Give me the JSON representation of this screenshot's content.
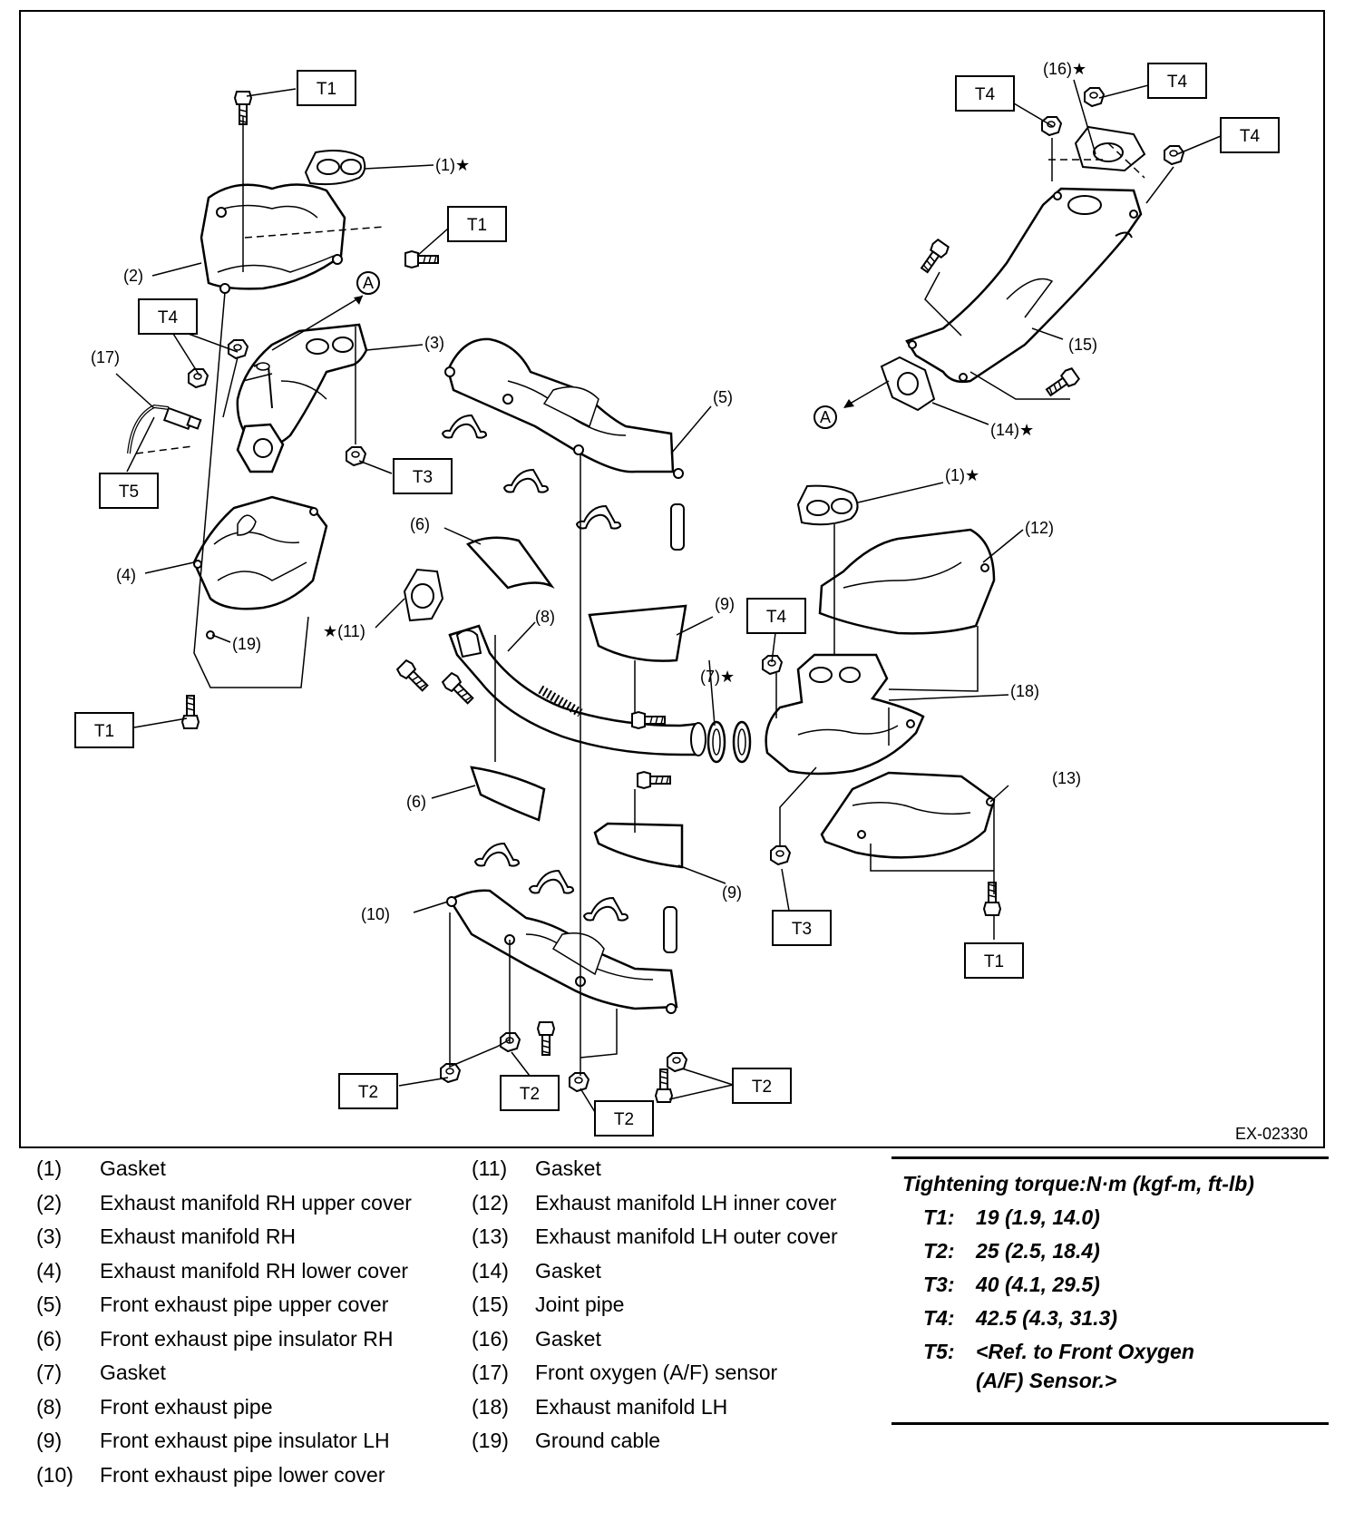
{
  "figure_id": "EX-02330",
  "torque_tags": {
    "t1": "T1",
    "t2": "T2",
    "t3": "T3",
    "t4": "T4",
    "t5": "T5"
  },
  "callouts": {
    "c1": "(1)",
    "c2": "(2)",
    "c3": "(3)",
    "c4": "(4)",
    "c5": "(5)",
    "c6": "(6)",
    "c7": "(7)",
    "c8": "(8)",
    "c9": "(9)",
    "c10": "(10)",
    "c11": "(11)",
    "c12": "(12)",
    "c13": "(13)",
    "c14": "(14)",
    "c15": "(15)",
    "c16": "(16)",
    "c17": "(17)",
    "c18": "(18)",
    "c19": "(19)",
    "ref_a": "A",
    "star": "★"
  },
  "legend": {
    "left": [
      {
        "num": "(1)",
        "name": "Gasket"
      },
      {
        "num": "(2)",
        "name": "Exhaust manifold RH upper cover"
      },
      {
        "num": "(3)",
        "name": "Exhaust manifold RH"
      },
      {
        "num": "(4)",
        "name": "Exhaust manifold RH lower cover"
      },
      {
        "num": "(5)",
        "name": "Front exhaust pipe upper cover"
      },
      {
        "num": "(6)",
        "name": "Front exhaust pipe insulator RH"
      },
      {
        "num": "(7)",
        "name": "Gasket"
      },
      {
        "num": "(8)",
        "name": "Front exhaust pipe"
      },
      {
        "num": "(9)",
        "name": "Front exhaust pipe insulator LH"
      },
      {
        "num": "(10)",
        "name": "Front exhaust pipe lower cover"
      }
    ],
    "right": [
      {
        "num": "(11)",
        "name": "Gasket"
      },
      {
        "num": "(12)",
        "name": "Exhaust manifold LH inner cover"
      },
      {
        "num": "(13)",
        "name": "Exhaust manifold LH outer cover"
      },
      {
        "num": "(14)",
        "name": "Gasket"
      },
      {
        "num": "(15)",
        "name": "Joint pipe"
      },
      {
        "num": "(16)",
        "name": "Gasket"
      },
      {
        "num": "(17)",
        "name": "Front oxygen (A/F) sensor"
      },
      {
        "num": "(18)",
        "name": "Exhaust manifold LH"
      },
      {
        "num": "(19)",
        "name": "Ground cable"
      }
    ]
  },
  "torque": {
    "title": "Tightening torque:N·m (kgf-m, ft-lb)",
    "rows": [
      {
        "key": "T1:",
        "value": "19 (1.9, 14.0)"
      },
      {
        "key": "T2:",
        "value": "25 (2.5, 18.4)"
      },
      {
        "key": "T3:",
        "value": "40 (4.1, 29.5)"
      },
      {
        "key": "T4:",
        "value": "42.5 (4.3, 31.3)"
      },
      {
        "key": "T5:",
        "value": "<Ref. to Front Oxygen",
        "value2": "(A/F) Sensor.>"
      }
    ]
  }
}
